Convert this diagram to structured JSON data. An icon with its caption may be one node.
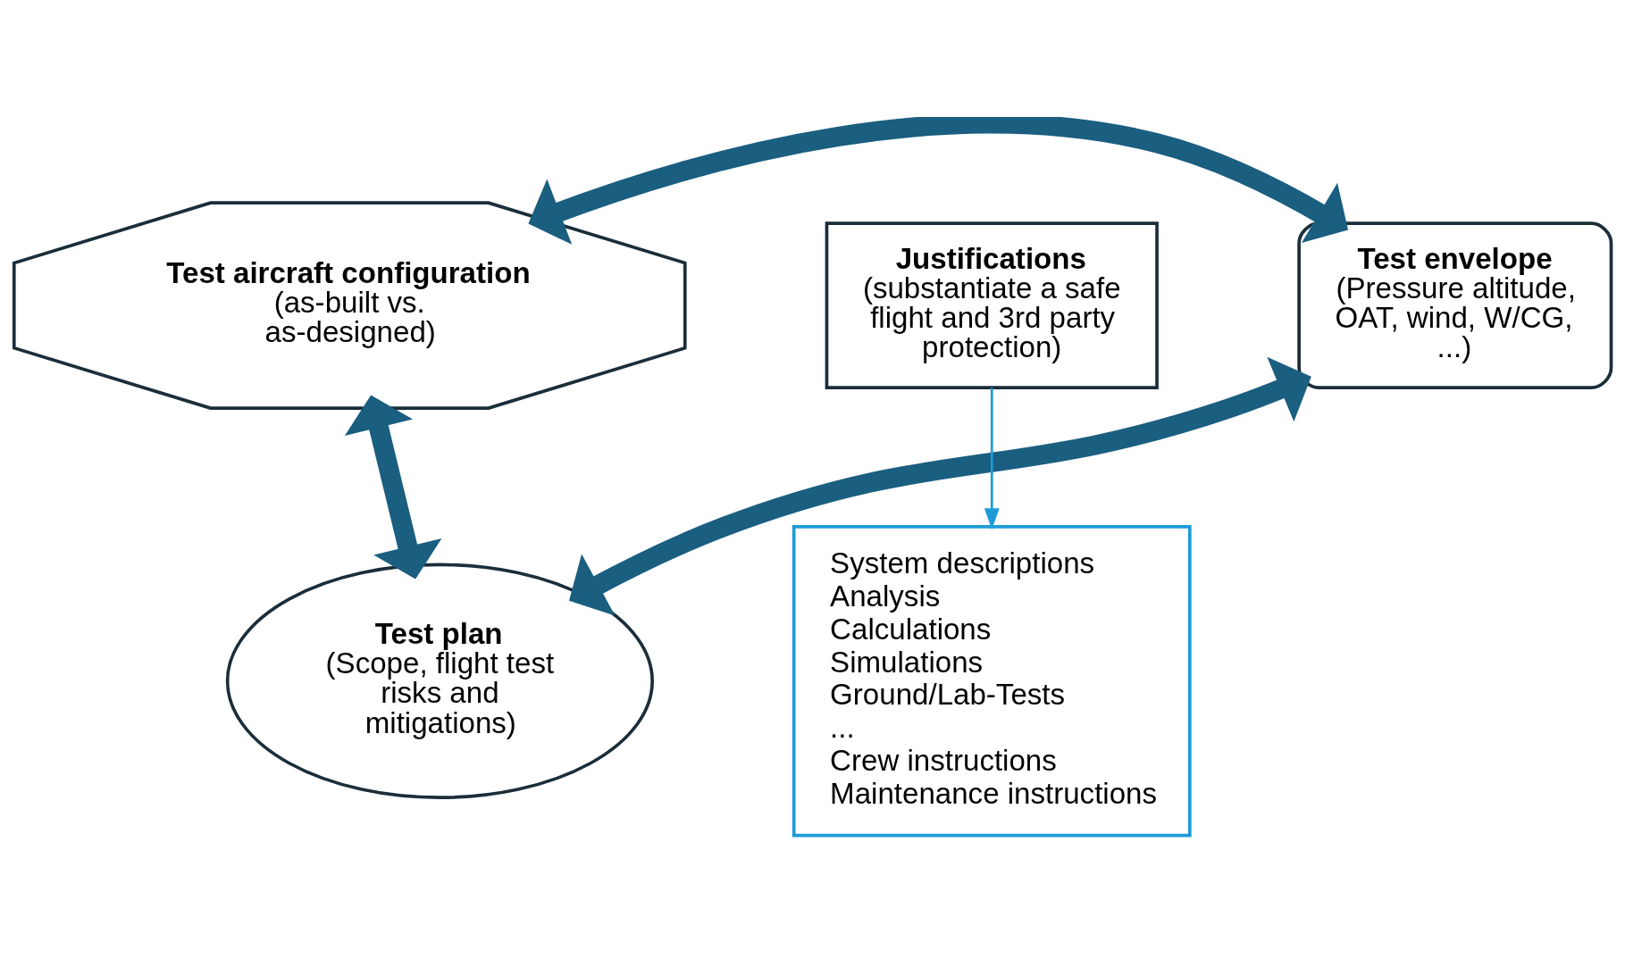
{
  "diagram": {
    "nodes": [
      {
        "text": [
          "Test aircraft configuration",
          "(as-built vs. as-designed)"
        ]
      },
      {
        "text": [
          "Test envelope",
          "(Pressure altitude, OAT, wind, W/CG, ...)"
        ]
      },
      {
        "text": [
          "Justifications",
          "(substantiate a safe flight and 3rd party protection)"
        ]
      },
      {
        "text": [
          "Test plan",
          "(Scope, flight test risks and mitigations)"
        ]
      },
      {
        "text": [
          "System descriptions",
          "Analysis",
          "Calculations",
          "Simulations",
          "Ground/Lab-Tests",
          "...",
          "Crew instructions",
          "Maintenance instructions"
        ]
      }
    ],
    "edges": [
      {
        "from": 0,
        "to": 1,
        "arrow": "both"
      },
      {
        "from": 0,
        "to": 3,
        "arrow": "both"
      },
      {
        "from": 1,
        "to": 3,
        "arrow": "both"
      },
      {
        "from": 2,
        "to": 4,
        "arrow": "to",
        "color": "#1e9bd7"
      }
    ]
  }
}
